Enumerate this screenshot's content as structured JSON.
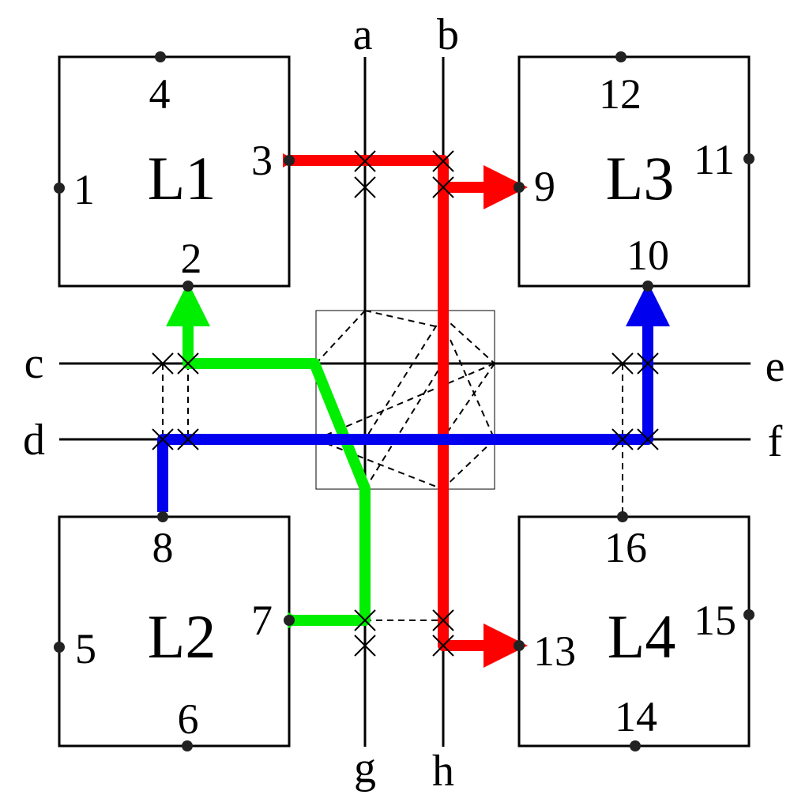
{
  "diagram": {
    "blocks": [
      {
        "id": "L1",
        "label": "L1"
      },
      {
        "id": "L2",
        "label": "L2"
      },
      {
        "id": "L3",
        "label": "L3"
      },
      {
        "id": "L4",
        "label": "L4"
      }
    ],
    "pins": [
      "1",
      "2",
      "3",
      "4",
      "5",
      "6",
      "7",
      "8",
      "9",
      "10",
      "11",
      "12",
      "13",
      "14",
      "15",
      "16"
    ],
    "buses": {
      "a": "a",
      "b": "b",
      "c": "c",
      "d": "d",
      "e": "e",
      "f": "f",
      "g": "g",
      "h": "h"
    },
    "routes": [
      {
        "name": "red",
        "color": "#ff0000",
        "from": "3",
        "to": [
          "9",
          "13"
        ]
      },
      {
        "name": "green",
        "color": "#00ee00",
        "from": "7",
        "to": [
          "2"
        ]
      },
      {
        "name": "blue",
        "color": "#0000ee",
        "from": "8",
        "to": [
          "10"
        ]
      }
    ]
  }
}
